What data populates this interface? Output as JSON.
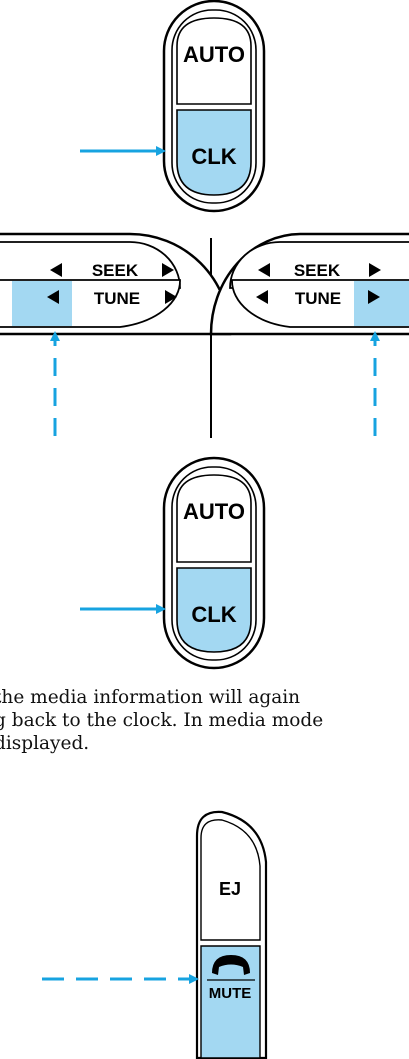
{
  "colors": {
    "accent_fill": "#a3d8f2",
    "arrow": "#17a3e0",
    "outline": "#000000",
    "background": "#ffffff"
  },
  "panel1": {
    "top_button_label": "AUTO",
    "bottom_button_label": "CLK",
    "highlighted": "CLK"
  },
  "panel2": {
    "left_cluster": {
      "seek_label": "SEEK",
      "tune_label": "TUNE",
      "highlighted": "tune-left"
    },
    "right_cluster": {
      "seek_label": "SEEK",
      "tune_label": "TUNE",
      "highlighted": "tune-right"
    }
  },
  "panel3": {
    "top_button_label": "AUTO",
    "bottom_button_label": "CLK",
    "highlighted": "CLK"
  },
  "body_text": {
    "line1": "the media information will again",
    "line2": "g back to the clock. In media mode",
    "line3": "displayed."
  },
  "panel4": {
    "top_button_label": "EJ",
    "bottom_button_label": "MUTE",
    "bottom_icon": "phone-icon",
    "highlighted": "MUTE"
  }
}
